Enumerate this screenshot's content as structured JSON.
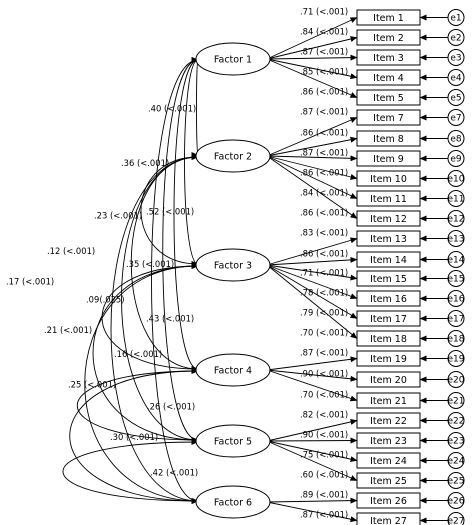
{
  "factors": [
    {
      "label": "Factor 1",
      "items": [
        {
          "item": "Item 1",
          "error": "e1",
          "loading": ".71 (<.001)"
        },
        {
          "item": "Item 2",
          "error": "e2",
          "loading": ".84 (<.001)"
        },
        {
          "item": "Item 3",
          "error": "e3",
          "loading": ".87 (<.001)"
        },
        {
          "item": "Item 4",
          "error": "e4",
          "loading": ".85 (<.001)"
        },
        {
          "item": "Item 5",
          "error": "e5",
          "loading": ".86 (<.001)"
        }
      ]
    },
    {
      "label": "Factor 2",
      "items": [
        {
          "item": "Item 7",
          "error": "e7",
          "loading": ".87 (<.001)"
        },
        {
          "item": "Item 8",
          "error": "e8",
          "loading": ".86 (<.001)"
        },
        {
          "item": "Item 9",
          "error": "e9",
          "loading": ".87 (<.001)"
        },
        {
          "item": "Item 10",
          "error": "e10",
          "loading": ".86 (<.001)"
        },
        {
          "item": "Item 11",
          "error": "e11",
          "loading": ".84 (<.001)"
        },
        {
          "item": "Item 12",
          "error": "e12",
          "loading": ".86 (<.001)"
        }
      ]
    },
    {
      "label": "Factor 3",
      "items": [
        {
          "item": "Item 13",
          "error": "e13",
          "loading": ".83 (<.001)"
        },
        {
          "item": "Item 14",
          "error": "e14",
          "loading": ".86 (<.001)"
        },
        {
          "item": "Item 15",
          "error": "e15",
          "loading": ".71 (<.001)"
        },
        {
          "item": "Item 16",
          "error": "e16",
          "loading": ".78 (<.001)"
        },
        {
          "item": "Item 17",
          "error": "e17",
          "loading": ".79 (<.001)"
        },
        {
          "item": "Item 18",
          "error": "e18",
          "loading": ".70 (<.001)"
        }
      ]
    },
    {
      "label": "Factor 4",
      "items": [
        {
          "item": "Item 19",
          "error": "e19",
          "loading": ".87 (<.001)"
        },
        {
          "item": "Item 20",
          "error": "e20",
          "loading": ".90 (<.001)"
        },
        {
          "item": "Item 21",
          "error": "e21",
          "loading": ".70 (<.001)"
        }
      ]
    },
    {
      "label": "Factor 5",
      "items": [
        {
          "item": "Item 22",
          "error": "e22",
          "loading": ".82 (<.001)"
        },
        {
          "item": "Item 23",
          "error": "e23",
          "loading": ".90 (<.001)"
        },
        {
          "item": "Item 24",
          "error": "e24",
          "loading": ".75 (<.001)"
        },
        {
          "item": "Item 25",
          "error": "e25",
          "loading": ".60 (<.001)"
        }
      ]
    },
    {
      "label": "Factor 6",
      "items": [
        {
          "item": "Item 26",
          "error": "e26",
          "loading": ".89 (<.001)"
        },
        {
          "item": "Item 27",
          "error": "e27",
          "loading": ".87 (<.001)"
        }
      ]
    }
  ],
  "correlations": [
    {
      "from": 1,
      "to": 2,
      "label": ".40 (<.001)"
    },
    {
      "from": 1,
      "to": 3,
      "label": ".36 (<.001)"
    },
    {
      "from": 1,
      "to": 4,
      "label": ".23 (<.001)"
    },
    {
      "from": 1,
      "to": 5,
      "label": ".12 (<.001)"
    },
    {
      "from": 1,
      "to": 6,
      "label": ".17 (<.001)"
    },
    {
      "from": 2,
      "to": 3,
      "label": ".52 (<.001)"
    },
    {
      "from": 2,
      "to": 4,
      "label": ".35 (<.001)"
    },
    {
      "from": 2,
      "to": 5,
      "label": ".09(.025)"
    },
    {
      "from": 2,
      "to": 6,
      "label": ".21 (<.001)"
    },
    {
      "from": 3,
      "to": 4,
      "label": ".43 (<.001)"
    },
    {
      "from": 3,
      "to": 5,
      "label": ".16 (<.001)"
    },
    {
      "from": 3,
      "to": 6,
      "label": ".25 (<.001)"
    },
    {
      "from": 4,
      "to": 5,
      "label": ".26 (<.001)"
    },
    {
      "from": 4,
      "to": 6,
      "label": ".30 (<.001)"
    },
    {
      "from": 5,
      "to": 6,
      "label": ".42 (<.001)"
    }
  ]
}
